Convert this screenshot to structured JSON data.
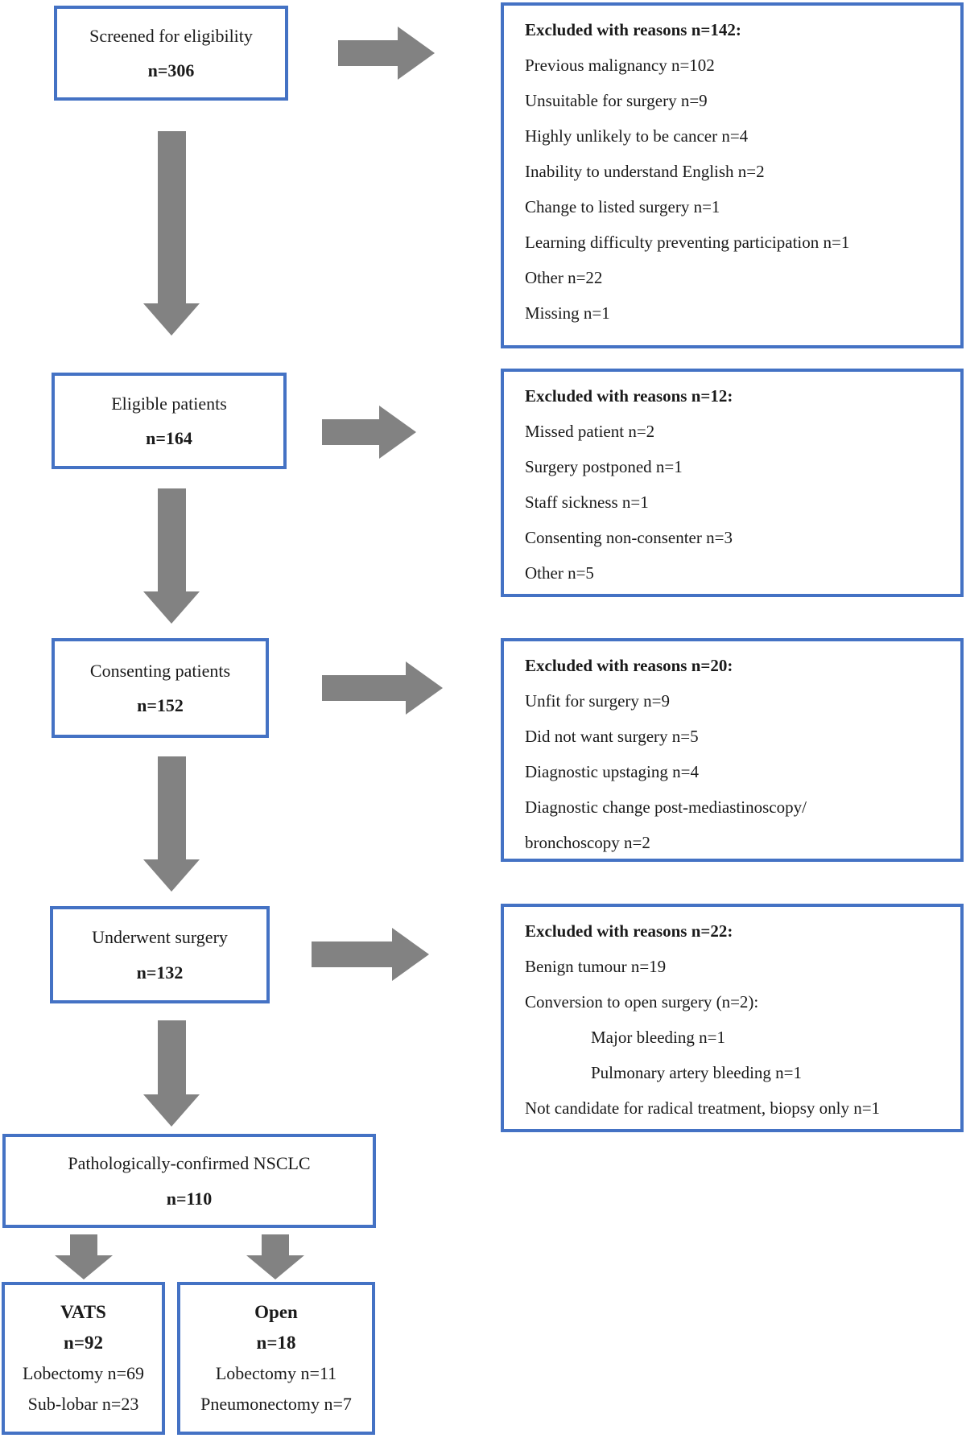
{
  "colors": {
    "box_border": "#4472c4",
    "arrow": "#828282"
  },
  "flow": {
    "main_boxes": [
      {
        "label": "Screened for eligibility",
        "n": "n=306"
      },
      {
        "label": "Eligible patients",
        "n": "n=164"
      },
      {
        "label": "Consenting patients",
        "n": "n=152"
      },
      {
        "label": "Underwent surgery",
        "n": "n=132"
      },
      {
        "label": "Pathologically-confirmed NSCLC",
        "n": "n=110"
      }
    ],
    "exclusion_boxes": [
      {
        "title": "Excluded with reasons n=142:",
        "items": [
          "Previous malignancy n=102",
          "Unsuitable for surgery n=9",
          "Highly unlikely to be cancer n=4",
          "Inability to understand English n=2",
          "Change to listed surgery n=1",
          "Learning difficulty preventing participation n=1",
          "Other n=22",
          "Missing n=1"
        ]
      },
      {
        "title": "Excluded with reasons n=12:",
        "items": [
          "Missed patient n=2",
          "Surgery postponed n=1",
          "Staff sickness n=1",
          "Consenting non-consenter n=3",
          "Other n=5"
        ]
      },
      {
        "title": "Excluded with reasons n=20:",
        "items": [
          "Unfit for surgery n=9",
          "Did not want surgery n=5",
          "Diagnostic upstaging n=4",
          "Diagnostic change post-mediastinoscopy/",
          "bronchoscopy n=2"
        ]
      },
      {
        "title": "Excluded with reasons n=22:",
        "items": [
          "Benign tumour n=19",
          "Conversion to open surgery (n=2):",
          "Major bleeding n=1",
          "Pulmonary artery bleeding n=1",
          "Not candidate for radical treatment, biopsy only n=1"
        ]
      }
    ],
    "outcome_boxes": [
      {
        "title": "VATS",
        "n": "n=92",
        "details": [
          "Lobectomy n=69",
          "Sub-lobar n=23"
        ]
      },
      {
        "title": "Open",
        "n": "n=18",
        "details": [
          "Lobectomy n=11",
          "Pneumonectomy n=7"
        ]
      }
    ]
  }
}
